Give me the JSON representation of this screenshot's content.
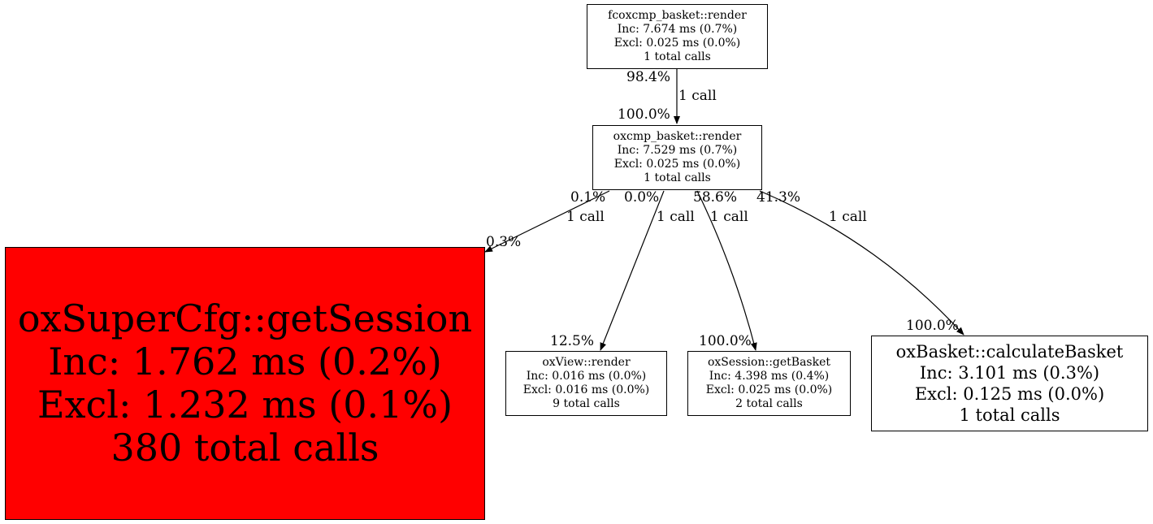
{
  "nodes": {
    "fcoxcmp": {
      "name": "fcoxcmp_basket::render",
      "inc": "Inc: 7.674 ms (0.7%)",
      "excl": "Excl: 0.025 ms (0.0%)",
      "calls": "1 total calls",
      "fill": "#ffffff"
    },
    "oxcmp": {
      "name": "oxcmp_basket::render",
      "inc": "Inc: 7.529 ms (0.7%)",
      "excl": "Excl: 0.025 ms (0.0%)",
      "calls": "1 total calls",
      "fill": "#ffffff"
    },
    "supercfg": {
      "name": "oxSuperCfg::getSession",
      "inc": "Inc: 1.762 ms (0.2%)",
      "excl": "Excl: 1.232 ms (0.1%)",
      "calls": "380 total calls",
      "fill": "#ff0000"
    },
    "view": {
      "name": "oxView::render",
      "inc": "Inc: 0.016 ms (0.0%)",
      "excl": "Excl: 0.016 ms (0.0%)",
      "calls": "9 total calls",
      "fill": "#ffffff"
    },
    "session": {
      "name": "oxSession::getBasket",
      "inc": "Inc: 4.398 ms (0.4%)",
      "excl": "Excl: 0.025 ms (0.0%)",
      "calls": "2 total calls",
      "fill": "#ffffff"
    },
    "basket": {
      "name": "oxBasket::calculateBasket",
      "inc": "Inc: 3.101 ms (0.3%)",
      "excl": "Excl: 0.125 ms (0.0%)",
      "calls": "1 total calls",
      "fill": "#ffffff"
    }
  },
  "edges": {
    "e1": {
      "from": "fcoxcmp",
      "to": "oxcmp",
      "tail_pct": "98.4%",
      "calls": "1 call",
      "head_pct": "100.0%"
    },
    "e2": {
      "from": "oxcmp",
      "to": "supercfg",
      "tail_pct": "0.1%",
      "calls": "1 call",
      "head_pct": "0.3%"
    },
    "e3": {
      "from": "oxcmp",
      "to": "view",
      "tail_pct": "0.0%",
      "calls": "1 call",
      "head_pct": "12.5%"
    },
    "e4": {
      "from": "oxcmp",
      "to": "session",
      "tail_pct": "58.6%",
      "calls": "1 call",
      "head_pct": "100.0%"
    },
    "e5": {
      "from": "oxcmp",
      "to": "basket",
      "tail_pct": "41.3%",
      "calls": "1 call",
      "head_pct": "100.0%"
    }
  },
  "colors": {
    "stroke": "#000000",
    "hot_node": "#ff0000"
  }
}
